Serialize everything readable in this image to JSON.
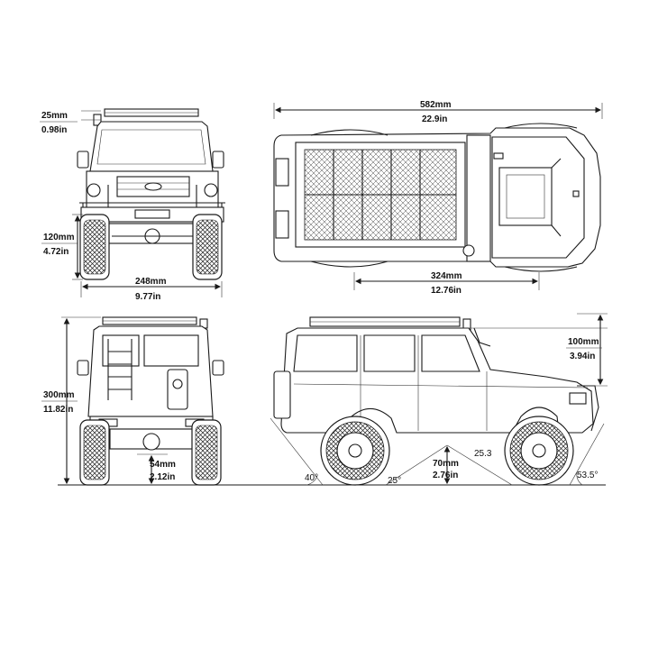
{
  "dimensions": {
    "mirror_height_mm": "25mm",
    "mirror_height_in": "0.98in",
    "ground_clearance_mm": "120mm",
    "ground_clearance_in": "4.72in",
    "front_width_mm": "248mm",
    "front_width_in": "9.77in",
    "overall_length_mm": "582mm",
    "overall_length_in": "22.9in",
    "wheelbase_mm": "324mm",
    "wheelbase_in": "12.76in",
    "overall_height_mm": "300mm",
    "overall_height_in": "11.82in",
    "axle_clearance_mm": "54mm",
    "axle_clearance_in": "2.12in",
    "breakover_height_mm": "70mm",
    "breakover_height_in": "2.76in",
    "roof_rack_height_mm": "100mm",
    "roof_rack_height_in": "3.94in"
  },
  "angles": {
    "approach_front": "53.5°",
    "rear_departure": "40°",
    "breakover_left": "25°",
    "breakover_right": "25.3"
  },
  "colors": {
    "line": "#1a1a1a",
    "background": "#ffffff"
  }
}
